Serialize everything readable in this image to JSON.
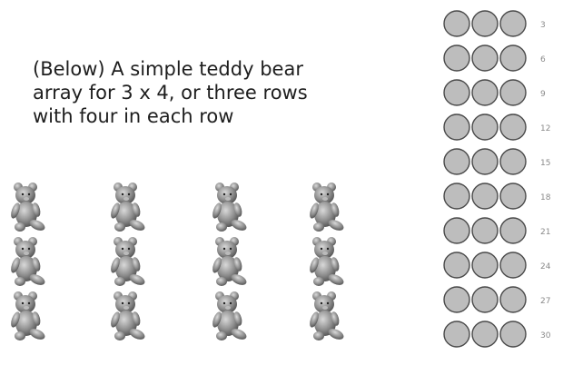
{
  "caption": "(Below) A simple teddy bear array for 3 x 4, or three rows with four in each row",
  "bear_array": {
    "rows": 3,
    "columns": 4,
    "icon": "teddy-bear-icon"
  },
  "dot_array": {
    "columns": 3,
    "labels": [
      "3",
      "6",
      "9",
      "12",
      "15",
      "18",
      "21",
      "24",
      "27",
      "30"
    ],
    "dot_color": "#bdbdbd",
    "dot_stroke": "#4a4a4a"
  }
}
